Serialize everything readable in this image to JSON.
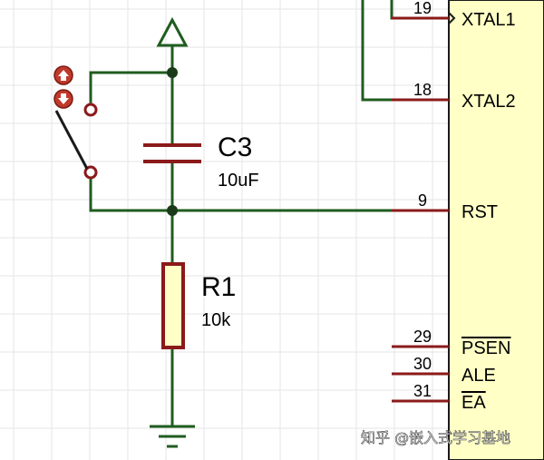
{
  "colors": {
    "wire": "#1f5c1f",
    "component": "#8b1a1a",
    "chip_body": "#ffffc6",
    "resistor_fill": "#ffffc6",
    "grid": "#e6e6e6",
    "switch_button": "#c0392b"
  },
  "capacitor": {
    "ref": "C3",
    "value": "10uF"
  },
  "resistor": {
    "ref": "R1",
    "value": "10k"
  },
  "switch": {
    "buttons": [
      "up-arrow-icon",
      "down-arrow-icon"
    ]
  },
  "chip": {
    "pins": [
      {
        "number": "19",
        "name": "XTAL1",
        "overline": false
      },
      {
        "number": "18",
        "name": "XTAL2",
        "overline": false
      },
      {
        "number": "9",
        "name": "RST",
        "overline": false
      },
      {
        "number": "29",
        "name": "PSEN",
        "overline": true
      },
      {
        "number": "30",
        "name": "ALE",
        "overline": false
      },
      {
        "number": "31",
        "name": "EA",
        "overline": true
      }
    ]
  },
  "watermark": "知乎 @嵌入式学习基地"
}
